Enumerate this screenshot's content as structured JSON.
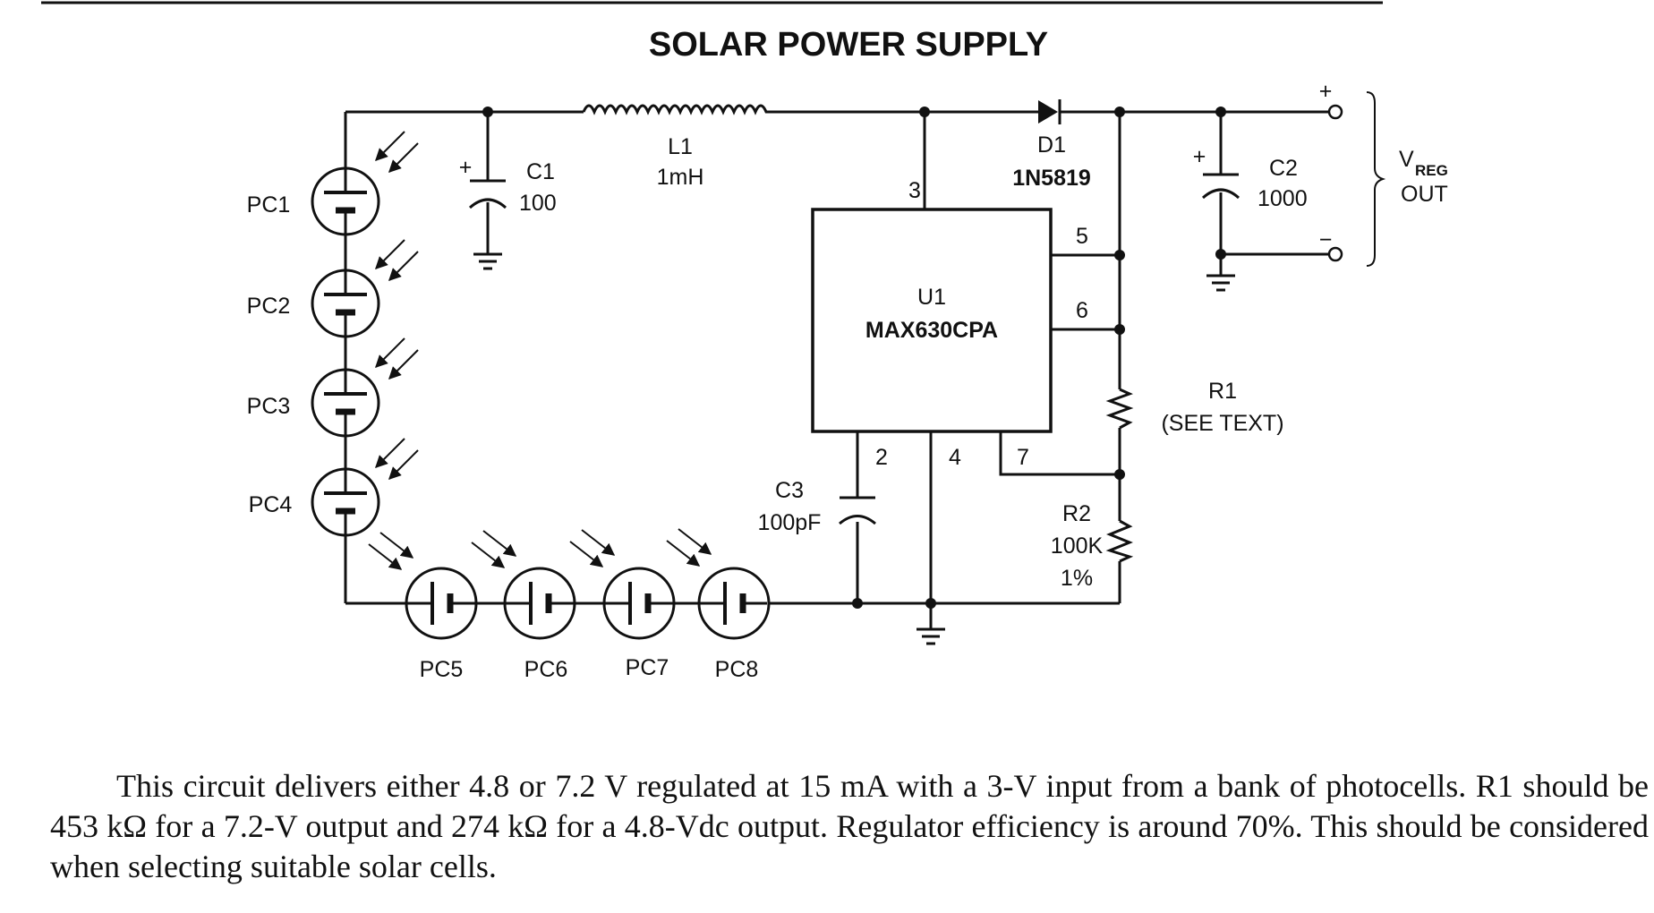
{
  "title": "SOLAR POWER SUPPLY",
  "components": {
    "pc1": "PC1",
    "pc2": "PC2",
    "pc3": "PC3",
    "pc4": "PC4",
    "pc5": "PC5",
    "pc6": "PC6",
    "pc7": "PC7",
    "pc8": "PC8",
    "c1": {
      "name": "C1",
      "value": "100"
    },
    "l1": {
      "name": "L1",
      "value": "1mH"
    },
    "d1": {
      "name": "D1",
      "part": "1N5819"
    },
    "c2": {
      "name": "C2",
      "value": "1000"
    },
    "u1": {
      "name": "U1",
      "part": "MAX630CPA"
    },
    "c3": {
      "name": "C3",
      "value": "100pF"
    },
    "r1": {
      "name": "R1",
      "note": "(SEE TEXT)"
    },
    "r2": {
      "name": "R2",
      "value": "100K",
      "tolerance": "1%"
    }
  },
  "pins": {
    "p2": "2",
    "p3": "3",
    "p4": "4",
    "p5": "5",
    "p6": "6",
    "p7": "7"
  },
  "output": {
    "plus": "+",
    "minus": "−",
    "v": "V",
    "sub": "REG",
    "out": "OUT",
    "c1_plus": "+",
    "c2_plus": "+"
  },
  "caption": "This circuit delivers either 4.8 or 7.2 V regulated at 15 mA with a 3-V input from a bank of photocells. R1 should be 453 kΩ for a 7.2-V output and 274 kΩ for a 4.8-Vdc output. Regulator efficiency is around 70%. This should be considered when selecting suitable solar cells."
}
